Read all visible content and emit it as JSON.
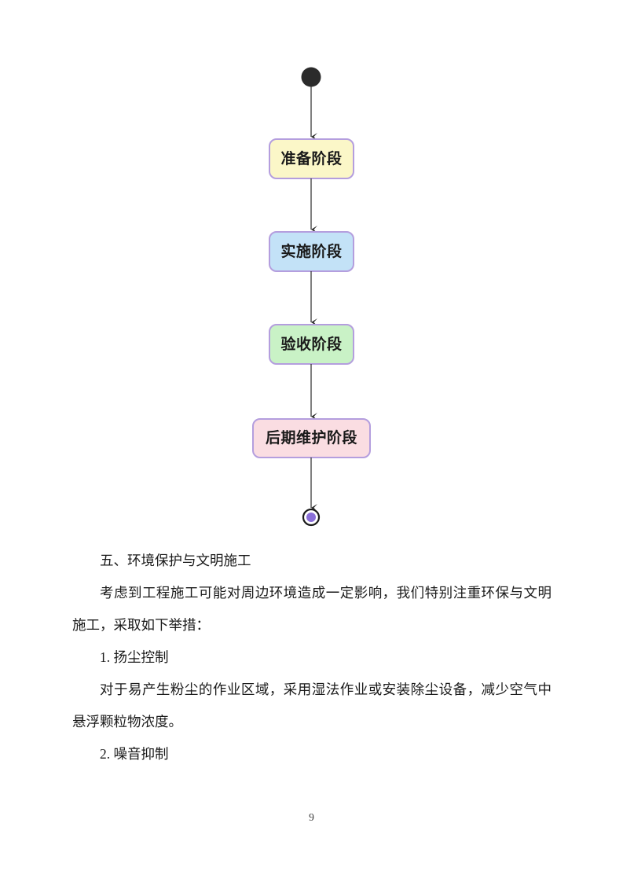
{
  "document": {
    "page_number": "9",
    "paragraphs": [
      {
        "id": "heading-five",
        "text": "五、环境保护与文明施工",
        "style": "heading"
      },
      {
        "id": "para-intro",
        "text": "考虑到工程施工可能对周边环境造成一定影响，我们特别注重环保与文明施工，采取如下举措：",
        "style": "indent"
      },
      {
        "id": "item-1-title",
        "text": "1. 扬尘控制",
        "style": "indent"
      },
      {
        "id": "item-1-body",
        "text": "对于易产生粉尘的作业区域，采用湿法作业或安装除尘设备，减少空气中悬浮颗粒物浓度。",
        "style": "indent"
      },
      {
        "id": "item-2-title",
        "text": "2. 噪音抑制",
        "style": "indent"
      }
    ]
  },
  "flowchart": {
    "type": "activity-diagram",
    "orientation": "vertical",
    "start_node": {
      "name": "start",
      "shape": "filled-circle",
      "fill": "#2b2b2b"
    },
    "end_node": {
      "name": "end",
      "shape": "ring-with-filled-circle",
      "ring": "#1a1a1a",
      "fill": "#8a6fd8"
    },
    "connector_color": "#2b2b2b",
    "nodes": [
      {
        "id": "prep",
        "label": "准备阶段",
        "fill": "#fbf7c8",
        "stroke": "#b49ede"
      },
      {
        "id": "impl",
        "label": "实施阶段",
        "fill": "#c3e2f7",
        "stroke": "#b49ede"
      },
      {
        "id": "accept",
        "label": "验收阶段",
        "fill": "#c9f2c6",
        "stroke": "#b49ede"
      },
      {
        "id": "maint",
        "label": "后期维护阶段",
        "fill": "#fadde2",
        "stroke": "#b49ede"
      }
    ]
  }
}
